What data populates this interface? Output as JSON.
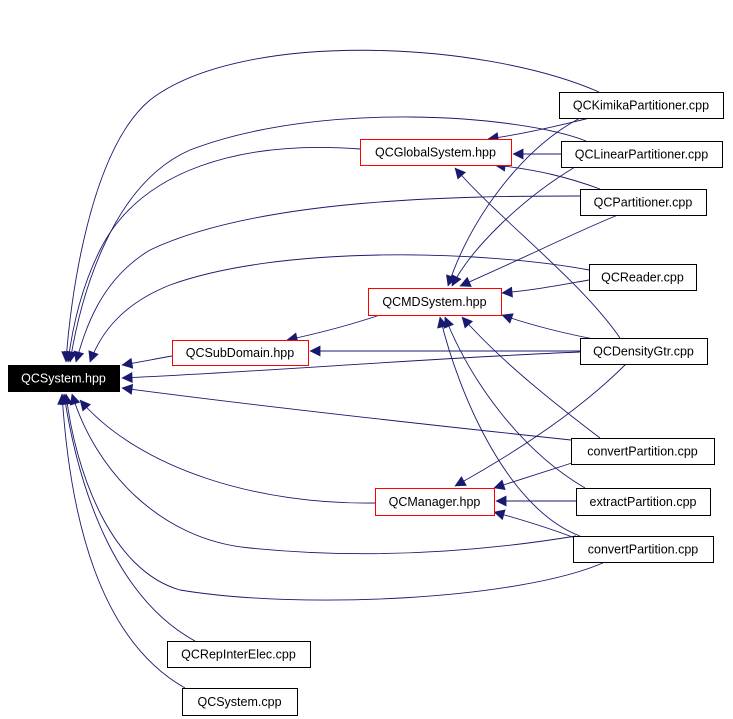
{
  "colors": {
    "edge": "#191970",
    "root_fill": "#000000",
    "root_text": "#ffffff",
    "header_border": "#ff0000",
    "source_border": "#000000"
  },
  "nodes": [
    {
      "id": "qcsystem_hpp",
      "label": "QCSystem.hpp",
      "kind": "root"
    },
    {
      "id": "qcsubdomain_hpp",
      "label": "QCSubDomain.hpp",
      "kind": "header"
    },
    {
      "id": "qcglobalsystem_hpp",
      "label": "QCGlobalSystem.hpp",
      "kind": "header"
    },
    {
      "id": "qcmdsystem_hpp",
      "label": "QCMDSystem.hpp",
      "kind": "header"
    },
    {
      "id": "qcmanager_hpp",
      "label": "QCManager.hpp",
      "kind": "header"
    },
    {
      "id": "qckimikapartitioner_cpp",
      "label": "QCKimikaPartitioner.cpp",
      "kind": "source"
    },
    {
      "id": "qclinearpartitioner_cpp",
      "label": "QCLinearPartitioner.cpp",
      "kind": "source"
    },
    {
      "id": "qcpartitioner_cpp",
      "label": "QCPartitioner.cpp",
      "kind": "source"
    },
    {
      "id": "qcreader_cpp",
      "label": "QCReader.cpp",
      "kind": "source"
    },
    {
      "id": "qcdensitygtr_cpp",
      "label": "QCDensityGtr.cpp",
      "kind": "source"
    },
    {
      "id": "convertpartition_cpp_1",
      "label": "convertPartition.cpp",
      "kind": "source"
    },
    {
      "id": "extractpartition_cpp",
      "label": "extractPartition.cpp",
      "kind": "source"
    },
    {
      "id": "convertpartition_cpp_2",
      "label": "convertPartition.cpp",
      "kind": "source"
    },
    {
      "id": "qcrepinterelec_cpp",
      "label": "QCRepInterElec.cpp",
      "kind": "source"
    },
    {
      "id": "qcsystem_cpp",
      "label": "QCSystem.cpp",
      "kind": "source"
    }
  ],
  "edges": [
    {
      "from": "qckimikapartitioner_cpp",
      "to": "qcsystem_hpp"
    },
    {
      "from": "qckimikapartitioner_cpp",
      "to": "qcglobalsystem_hpp"
    },
    {
      "from": "qckimikapartitioner_cpp",
      "to": "qcmdsystem_hpp"
    },
    {
      "from": "qclinearpartitioner_cpp",
      "to": "qcsystem_hpp"
    },
    {
      "from": "qclinearpartitioner_cpp",
      "to": "qcglobalsystem_hpp"
    },
    {
      "from": "qclinearpartitioner_cpp",
      "to": "qcmdsystem_hpp"
    },
    {
      "from": "qcpartitioner_cpp",
      "to": "qcsystem_hpp"
    },
    {
      "from": "qcpartitioner_cpp",
      "to": "qcglobalsystem_hpp"
    },
    {
      "from": "qcpartitioner_cpp",
      "to": "qcmdsystem_hpp"
    },
    {
      "from": "qcglobalsystem_hpp",
      "to": "qcsystem_hpp"
    },
    {
      "from": "qcreader_cpp",
      "to": "qcsystem_hpp"
    },
    {
      "from": "qcreader_cpp",
      "to": "qcmdsystem_hpp"
    },
    {
      "from": "qcmdsystem_hpp",
      "to": "qcsubdomain_hpp"
    },
    {
      "from": "qcsubdomain_hpp",
      "to": "qcsystem_hpp"
    },
    {
      "from": "qcdensitygtr_cpp",
      "to": "qcsubdomain_hpp"
    },
    {
      "from": "qcdensitygtr_cpp",
      "to": "qcsystem_hpp"
    },
    {
      "from": "qcdensitygtr_cpp",
      "to": "qcglobalsystem_hpp"
    },
    {
      "from": "qcdensitygtr_cpp",
      "to": "qcmdsystem_hpp"
    },
    {
      "from": "qcdensitygtr_cpp",
      "to": "qcmanager_hpp"
    },
    {
      "from": "convertpartition_cpp_1",
      "to": "qcsystem_hpp"
    },
    {
      "from": "convertpartition_cpp_1",
      "to": "qcmdsystem_hpp"
    },
    {
      "from": "convertpartition_cpp_1",
      "to": "qcmanager_hpp"
    },
    {
      "from": "extractpartition_cpp",
      "to": "qcmanager_hpp"
    },
    {
      "from": "extractpartition_cpp",
      "to": "qcmdsystem_hpp"
    },
    {
      "from": "qcmanager_hpp",
      "to": "qcsystem_hpp"
    },
    {
      "from": "convertpartition_cpp_2",
      "to": "qcsystem_hpp"
    },
    {
      "from": "convertpartition_cpp_2",
      "to": "qcmanager_hpp"
    },
    {
      "from": "convertpartition_cpp_2",
      "to": "qcmdsystem_hpp"
    },
    {
      "from": "qcrepinterelec_cpp",
      "to": "qcsystem_hpp"
    },
    {
      "from": "qcsystem_cpp",
      "to": "qcsystem_hpp"
    }
  ]
}
